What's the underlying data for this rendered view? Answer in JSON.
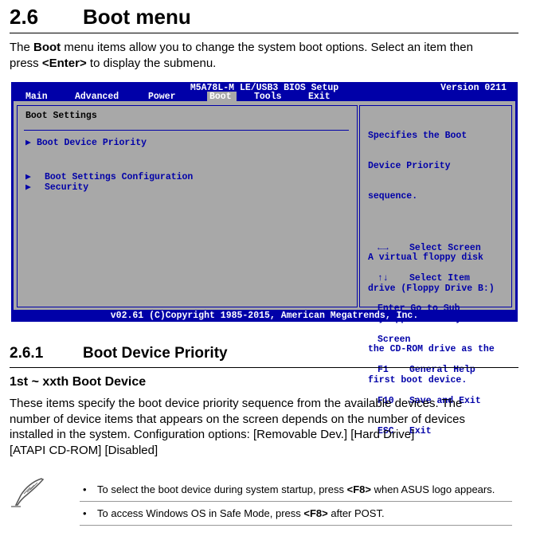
{
  "section": {
    "number": "2.6",
    "title": "Boot menu"
  },
  "intro": {
    "p1": "The ",
    "boot_word": "Boot",
    "p2": " menu items allow you to change the system boot options. Select an item then",
    "p3": "press ",
    "enter_word": "<Enter>",
    "p4": " to display the submenu."
  },
  "bios": {
    "title": "M5A78L-M LE/USB3 BIOS Setup",
    "version": "Version 0211",
    "menu": [
      "Main",
      "Advanced",
      "Power",
      "Boot",
      "Tools",
      "Exit"
    ],
    "selected_menu": "Boot",
    "left_title": "Boot Settings",
    "items": [
      "Boot Device Priority",
      "Boot Settings Configuration",
      "Security"
    ],
    "help_lines": [
      "Specifies the Boot",
      "Device Priority",
      "sequence.",
      "",
      "A virtual floppy disk",
      "drive (Floppy Drive B:)",
      "may appear when you set",
      "the CD-ROM drive as the",
      "first boot device."
    ],
    "keys": [
      {
        "key": "←→",
        "action": "Select Screen"
      },
      {
        "key": "↑↓",
        "action": "Select Item"
      },
      {
        "key": "Enter",
        "action": "Go to Sub"
      },
      {
        "key": "",
        "action": "Screen"
      },
      {
        "key": "F1",
        "action": "General Help"
      },
      {
        "key": "F10",
        "action": "Save and Exit"
      },
      {
        "key": "ESC",
        "action": "Exit"
      }
    ],
    "footer": "v02.61 (C)Copyright 1985-2015, American Megatrends, Inc."
  },
  "subsection": {
    "number": "2.6.1",
    "title": "Boot Device Priority"
  },
  "subheading": "1st ~ xxth Boot Device",
  "body_lines": [
    "These items specify the boot device priority sequence from the available devices. The",
    "number of device items that appears on the screen depends on the number of devices",
    "installed in the system. Configuration options: [Removable Dev.] [Hard Drive]",
    "[ATAPI CD-ROM] [Disabled]"
  ],
  "notes": [
    {
      "before": "To select the boot device during system startup, press ",
      "key": "<F8>",
      "after": " when ASUS logo appears."
    },
    {
      "before": "To access Windows OS in Safe Mode, press ",
      "key": "<F8>",
      "after": " after POST."
    }
  ]
}
